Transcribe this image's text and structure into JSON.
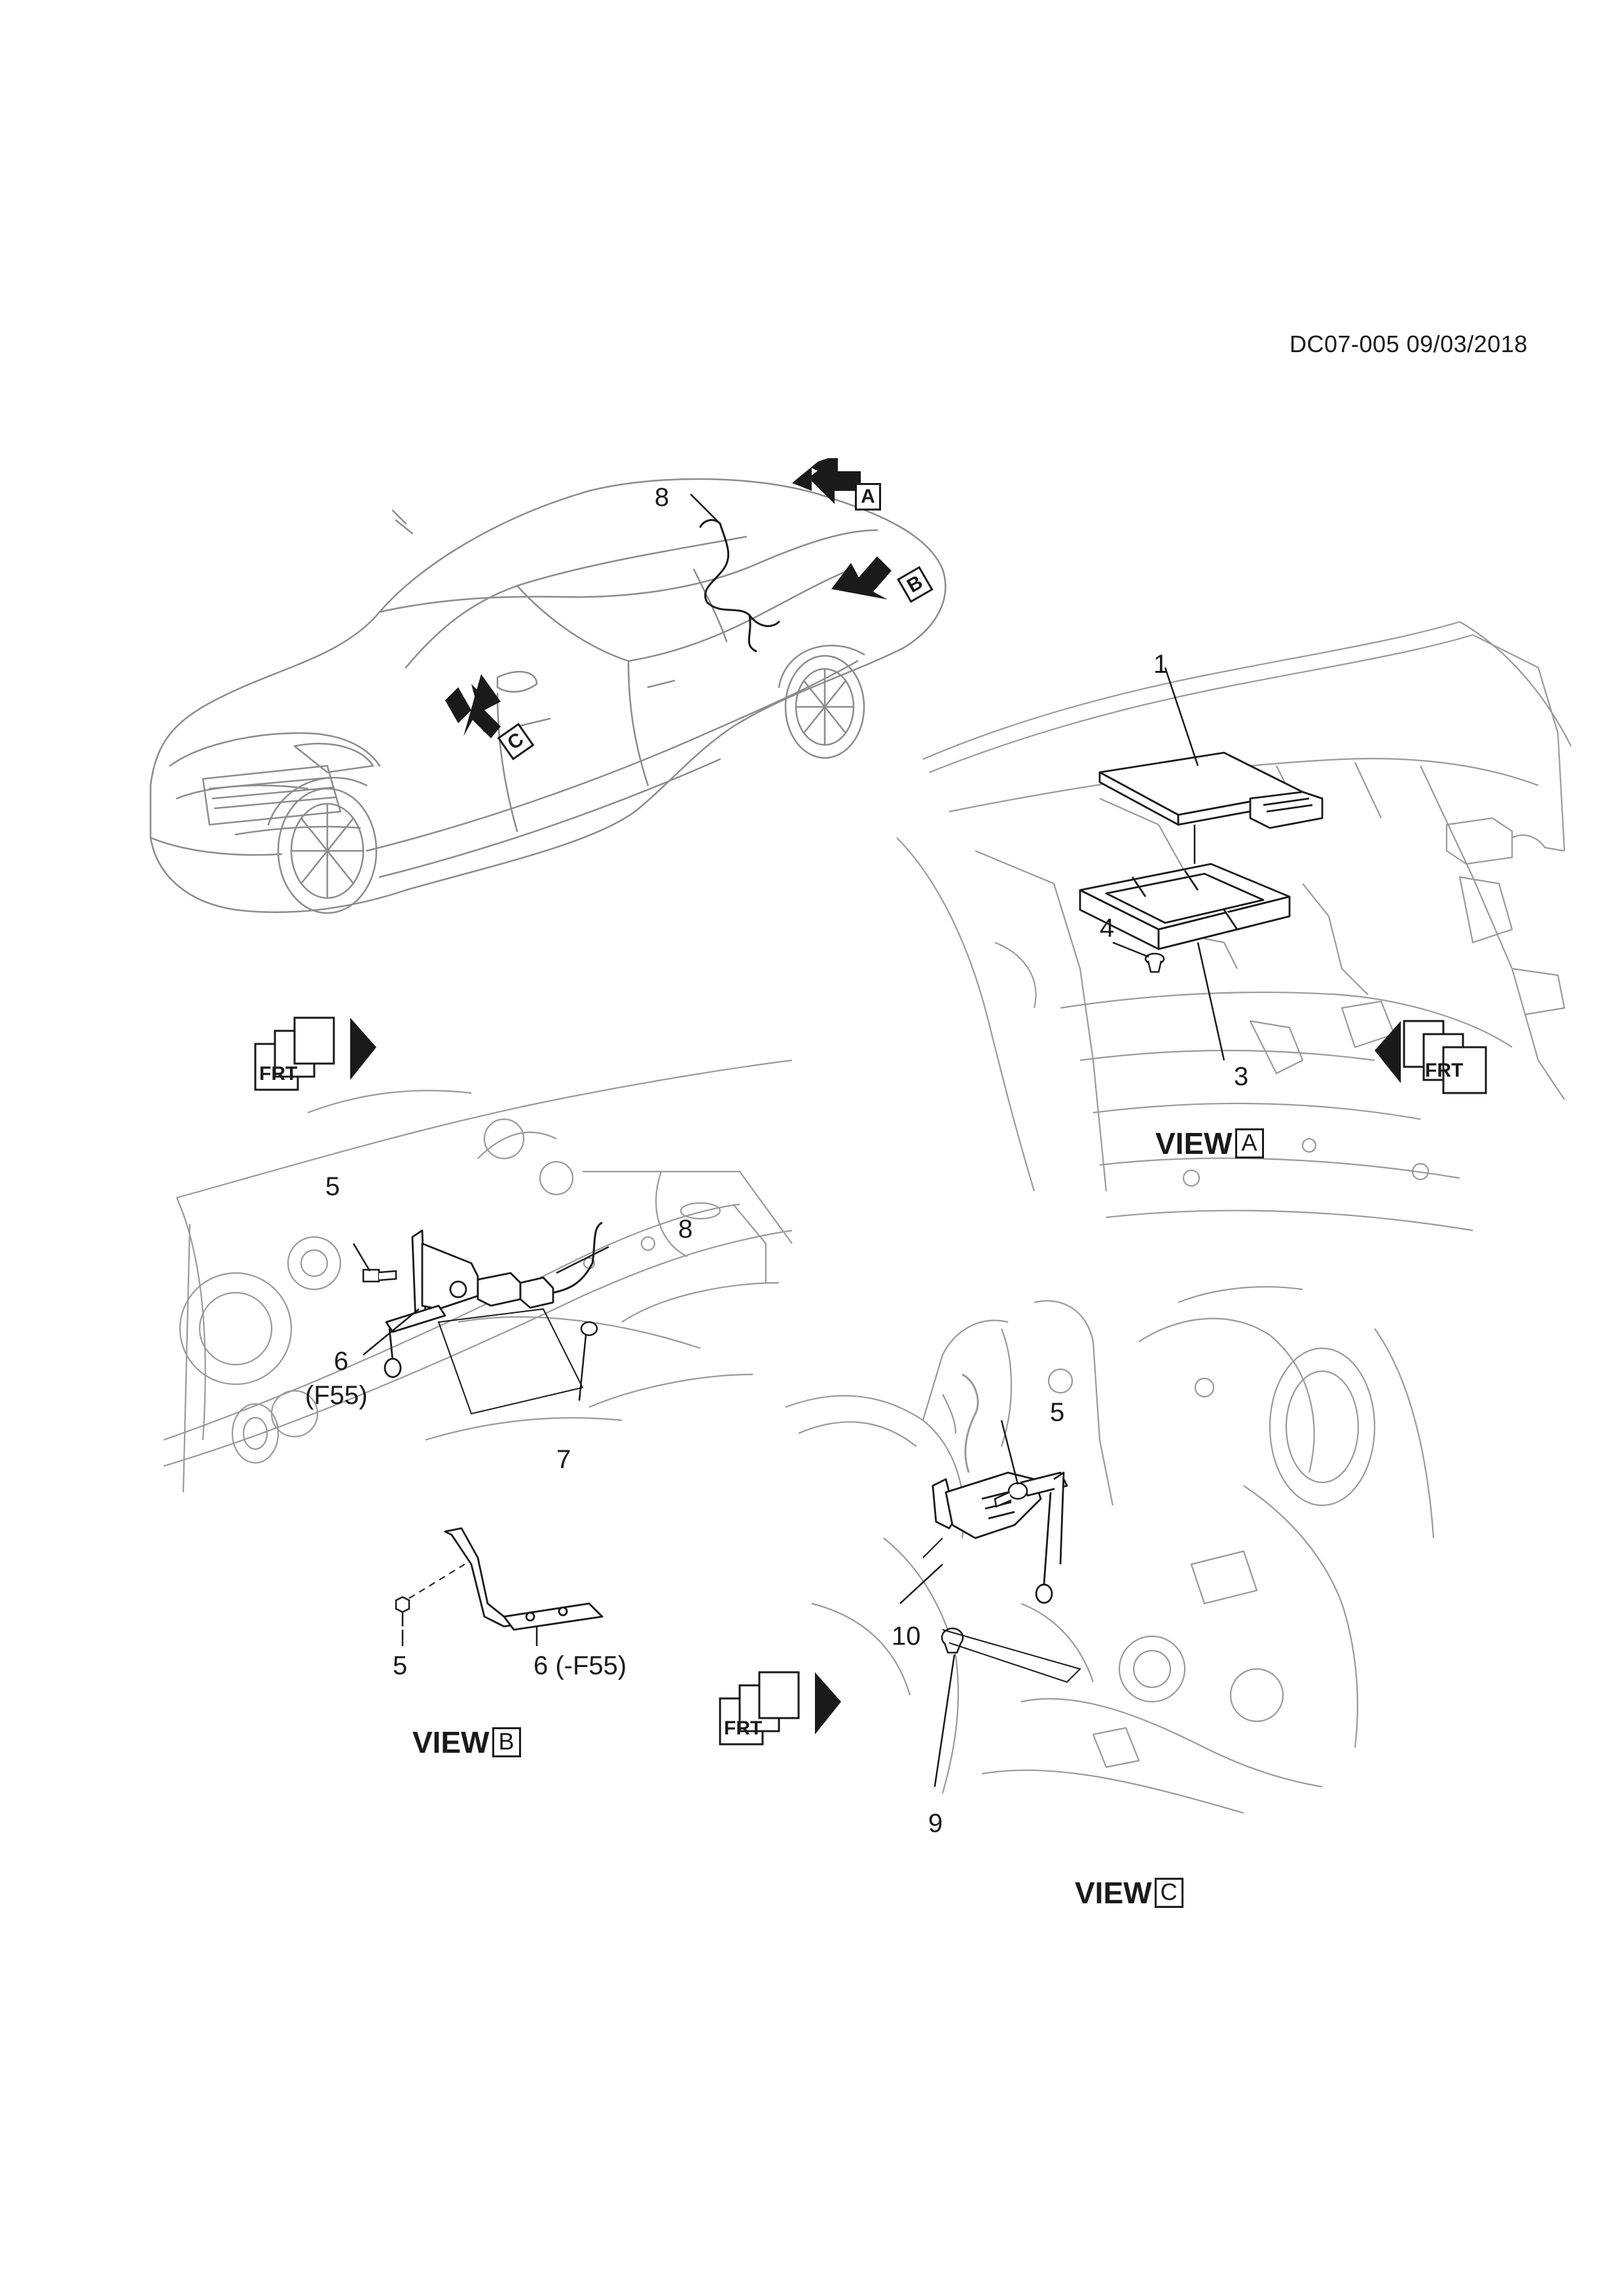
{
  "document": {
    "id": "DC07-005 09/03/2018"
  },
  "views": {
    "a": {
      "prefix": "VIEW",
      "letter": "A"
    },
    "b": {
      "prefix": "VIEW",
      "letter": "B"
    },
    "c": {
      "prefix": "VIEW",
      "letter": "C"
    }
  },
  "overview": {
    "arrow_tags": [
      "A",
      "B",
      "C"
    ],
    "callouts": {
      "harness": "8"
    }
  },
  "view_a": {
    "callouts": {
      "module": "1",
      "bracket": "3",
      "nut": "4"
    }
  },
  "view_b": {
    "callouts": {
      "bolt": "5",
      "sensor": "6",
      "sensor_note": "(F55)",
      "nut": "7",
      "harness": "8",
      "bolt_lower": "5",
      "bracket_lower": "6 (-F55)"
    }
  },
  "view_c": {
    "callouts": {
      "bolt": "5",
      "sensor": "10",
      "nut": "9"
    }
  },
  "front_indicator": {
    "text": "FRT"
  },
  "colors": {
    "ink": "#1a1a1a",
    "linework": "#9a9a9a",
    "paper": "#ffffff"
  }
}
